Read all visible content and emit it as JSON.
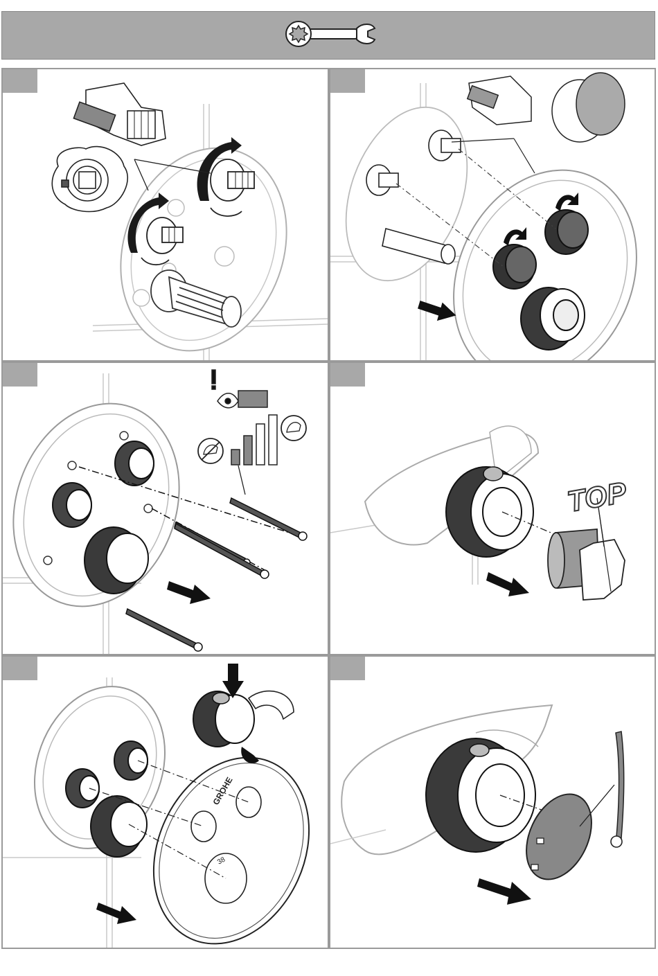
{
  "header": {
    "tool_icon": "open-end-wrench-icon",
    "background_color": "#a8a8a8"
  },
  "steps": [
    {
      "icon": "cartridge-mount-illustration"
    },
    {
      "icon": "knob-sleeve-install-illustration"
    },
    {
      "icon": "rosette-screws-illustration",
      "torque_icons": [
        "hand-tight-arm-crossed-icon",
        "hand-tight-arm-icon"
      ]
    },
    {
      "icon": "top-insert-illustration",
      "label": "TOP"
    },
    {
      "icon": "faceplate-install-illustration",
      "brand": "GROHE",
      "temp_mark": "38"
    },
    {
      "icon": "button-cap-install-illustration"
    }
  ],
  "colors": {
    "line": "#222222",
    "light_line": "#b8b8b8",
    "panel_border": "#9a9a9a",
    "tab": "#a8a8a8",
    "arrow": "#1a1a1a"
  }
}
